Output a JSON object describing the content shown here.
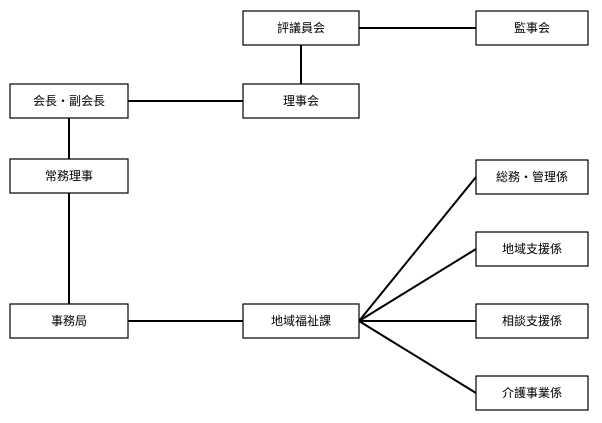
{
  "nodes": {
    "council": "評議員会",
    "auditors": "監事会",
    "president": "会長・副会長",
    "board": "理事会",
    "managing_director": "常務理事",
    "secretariat": "事務局",
    "welfare_section": "地域福祉課",
    "general_affairs": "総務・管理係",
    "community_support": "地域支援係",
    "consultation_support": "相談支援係",
    "care_business": "介護事業係"
  },
  "edges": [
    [
      "council",
      "auditors"
    ],
    [
      "council",
      "board"
    ],
    [
      "president",
      "board"
    ],
    [
      "president",
      "managing_director"
    ],
    [
      "managing_director",
      "secretariat"
    ],
    [
      "secretariat",
      "welfare_section"
    ],
    [
      "welfare_section",
      "general_affairs"
    ],
    [
      "welfare_section",
      "community_support"
    ],
    [
      "welfare_section",
      "consultation_support"
    ],
    [
      "welfare_section",
      "care_business"
    ]
  ]
}
